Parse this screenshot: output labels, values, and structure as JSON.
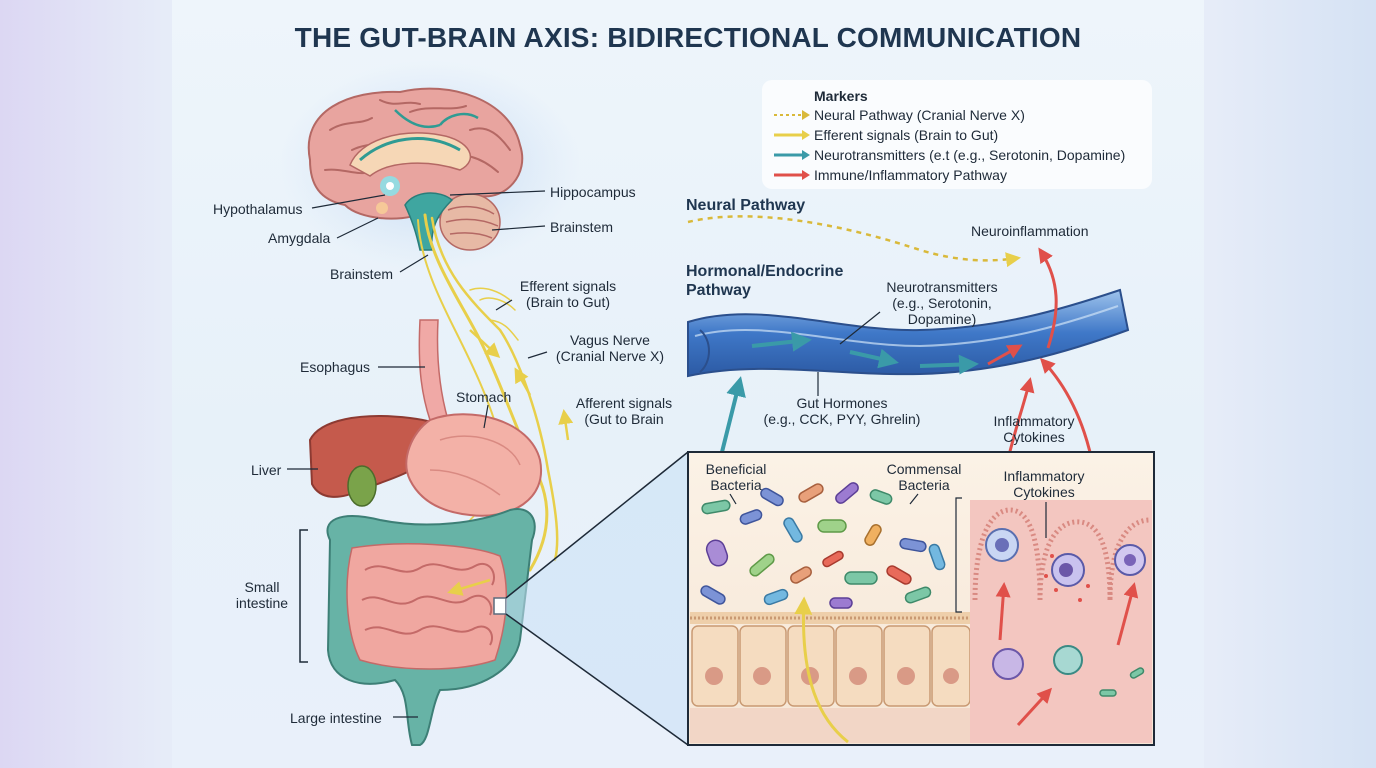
{
  "title": "THE GUT-BRAIN AXIS: BIDIRECTIONAL COMMUNICATION",
  "legend": {
    "title": "Markers",
    "items": [
      {
        "label": "Neural Pathway (Cranial Nerve X)",
        "color": "#d9b93a",
        "style": "dashed"
      },
      {
        "label": "Efferent signals (Brain to Gut)",
        "color": "#e8cf4a",
        "style": "solid"
      },
      {
        "label": "Neurotransmitters (e.t (e.g., Serotonin, Dopamine)",
        "color": "#3a9aa8",
        "style": "solid"
      },
      {
        "label": "Immune/Inflammatory Pathway",
        "color": "#e0504a",
        "style": "solid"
      }
    ]
  },
  "brain_labels": {
    "hypothalamus": "Hypothalamus",
    "amygdala": "Amygdala",
    "brainstem_left": "Brainstem",
    "hippocampus": "Hippocampus",
    "brainstem_right": "Brainstem"
  },
  "nerve_labels": {
    "efferent_line1": "Efferent signals",
    "efferent_line2": "(Brain to Gut)",
    "vagus_line1": "Vagus Nerve",
    "vagus_line2": "(Cranial Nerve X)",
    "afferent_line1": "Afferent signals",
    "afferent_line2": "(Gut to Brain"
  },
  "organ_labels": {
    "esophagus": "Esophagus",
    "stomach": "Stomach",
    "liver": "Liver",
    "small_intestine_line1": "Small",
    "small_intestine_line2": "intestine",
    "large_intestine": "Large intestine"
  },
  "pathways": {
    "neural": "Neural Pathway",
    "hormonal_line1": "Hormonal/Endocrine",
    "hormonal_line2": "Pathway",
    "neuroinflammation": "Neuroinflammation",
    "neurotransmitters_line1": "Neurotransmitters",
    "neurotransmitters_line2": "(e.g., Serotonin,",
    "neurotransmitters_line3": "Dopamine)",
    "gut_hormones_line1": "Gut Hormones",
    "gut_hormones_line2": "(e.g., CCK, PYY, Ghrelin)",
    "cytokines_top_line1": "Inflammatory",
    "cytokines_top_line2": "Cytokines"
  },
  "inset_labels": {
    "beneficial_line1": "Beneficial",
    "beneficial_line2": "Bacteria",
    "commensal_line1": "Commensal",
    "commensal_line2": "Bacteria",
    "cytokines_line1": "Inflammatory",
    "cytokines_line2": "Cytokines"
  }
}
